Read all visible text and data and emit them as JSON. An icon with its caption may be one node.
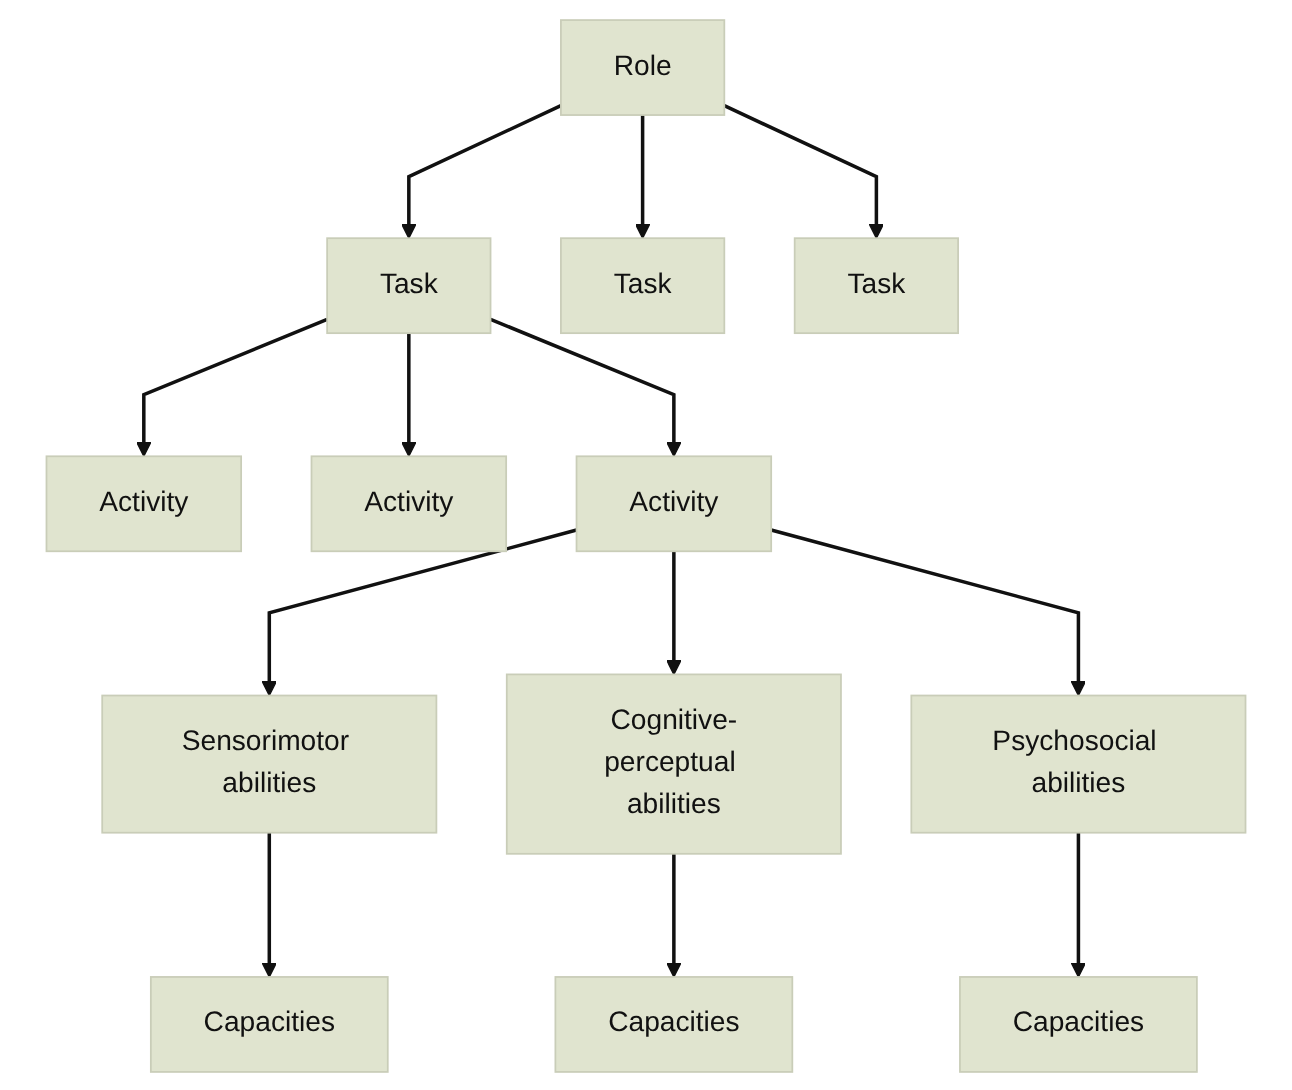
{
  "diagram": {
    "nodes": [
      {
        "text": [
          "Role"
        ]
      },
      {
        "text": [
          "Task"
        ]
      },
      {
        "text": [
          "Task"
        ]
      },
      {
        "text": [
          "Task"
        ]
      },
      {
        "text": [
          "Activity"
        ]
      },
      {
        "text": [
          "Activity"
        ]
      },
      {
        "text": [
          "Activity"
        ]
      },
      {
        "text": [
          "Sensorimotor abilities"
        ]
      },
      {
        "text": [
          "Cognitive-perceptual abilities"
        ]
      },
      {
        "text": [
          "Psychosocial abilities"
        ]
      },
      {
        "text": [
          "Capacities"
        ]
      },
      {
        "text": [
          "Capacities"
        ]
      },
      {
        "text": [
          "Capacities"
        ]
      }
    ],
    "edges": [
      {
        "from": 0,
        "to": 1,
        "arrow": "to"
      },
      {
        "from": 0,
        "to": 2,
        "arrow": "to"
      },
      {
        "from": 0,
        "to": 3,
        "arrow": "to"
      },
      {
        "from": 1,
        "to": 4,
        "arrow": "to"
      },
      {
        "from": 1,
        "to": 5,
        "arrow": "to"
      },
      {
        "from": 1,
        "to": 6,
        "arrow": "to"
      },
      {
        "from": 6,
        "to": 7,
        "arrow": "to"
      },
      {
        "from": 6,
        "to": 8,
        "arrow": "to"
      },
      {
        "from": 6,
        "to": 9,
        "arrow": "to"
      },
      {
        "from": 7,
        "to": 10,
        "arrow": "to"
      },
      {
        "from": 8,
        "to": 11,
        "arrow": "to"
      },
      {
        "from": 9,
        "to": 12,
        "arrow": "to"
      }
    ]
  }
}
